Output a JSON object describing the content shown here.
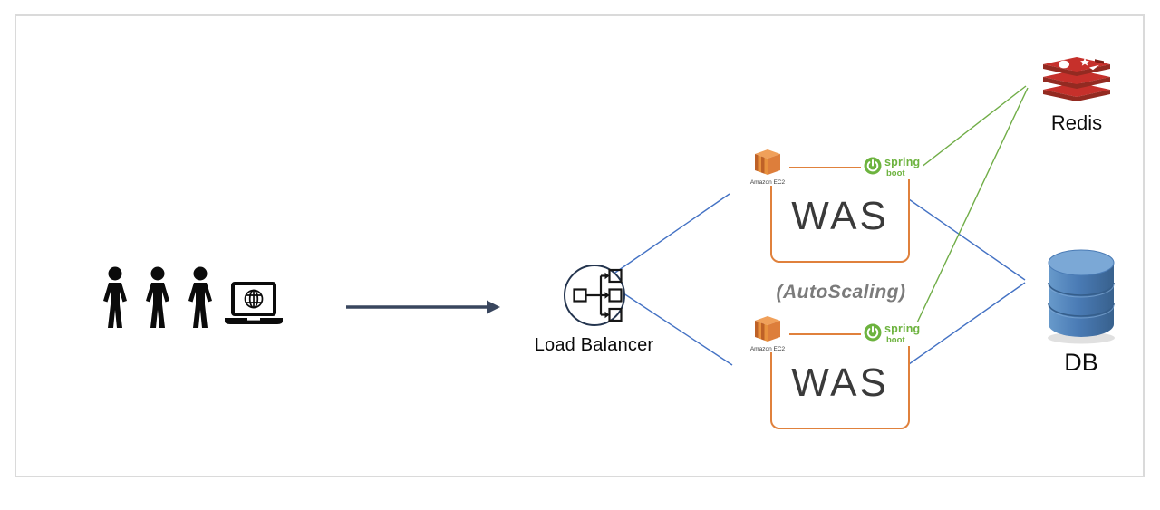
{
  "colors": {
    "connector_blue": "#4472C4",
    "connector_green": "#70AD47",
    "box_orange": "#E0813C",
    "arrow_navy": "#39465E",
    "spring_green": "#6DB33F",
    "redis_red": "#C6302B",
    "db_blue": "#4A7BB5",
    "autoscaling_gray": "#7B7B7B"
  },
  "nodes": {
    "load_balancer": {
      "label": "Load Balancer"
    },
    "was_top": {
      "label": "WAS",
      "ec2_label": "Amazon EC2",
      "spring_label": "spring",
      "boot_label": "boot"
    },
    "was_bottom": {
      "label": "WAS",
      "ec2_label": "Amazon EC2",
      "spring_label": "spring",
      "boot_label": "boot"
    },
    "autoscaling": {
      "label": "(AutoScaling)"
    },
    "redis": {
      "label": "Redis"
    },
    "db": {
      "label": "DB"
    }
  }
}
